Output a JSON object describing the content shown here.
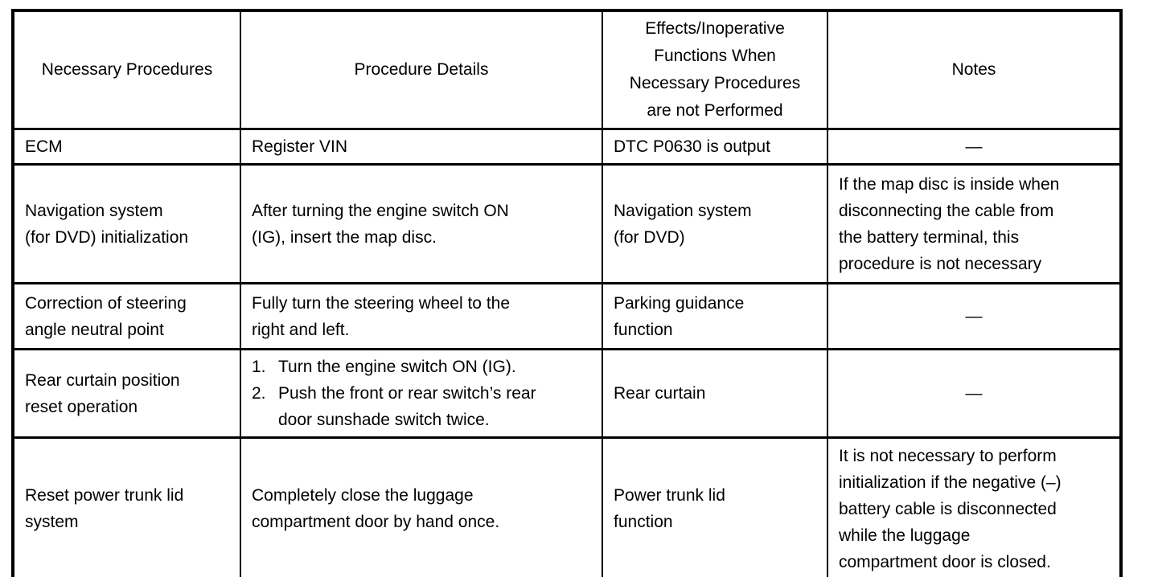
{
  "document": {
    "background_color": "#ffffff",
    "border_color": "#000000",
    "text_color": "#000000"
  },
  "table": {
    "headers": {
      "necessary_procedures": [
        "Necessary Procedures"
      ],
      "procedure_details": [
        "Procedure Details"
      ],
      "effects": [
        "Effects/Inoperative",
        "Functions When",
        "Necessary Procedures",
        "are not Performed"
      ],
      "notes": [
        "Notes"
      ]
    },
    "rows": [
      {
        "procedure": [
          "ECM"
        ],
        "details": [
          "Register VIN"
        ],
        "effects": [
          "DTC P0630 is output"
        ],
        "notes": [
          "—"
        ]
      },
      {
        "procedure": [
          "Navigation system",
          "(for DVD) initialization"
        ],
        "details": [
          "After turning the engine switch ON",
          "(IG), insert the map disc."
        ],
        "effects": [
          "Navigation system",
          "(for DVD)"
        ],
        "notes": [
          "If the map disc is inside when",
          "disconnecting the cable from",
          "the battery terminal, this",
          "procedure is not necessary"
        ]
      },
      {
        "procedure": [
          "Correction of steering",
          "angle neutral point"
        ],
        "details": [
          "Fully turn the steering wheel to the",
          "right and left."
        ],
        "effects": [
          "Parking guidance",
          "function"
        ],
        "notes": [
          "—"
        ]
      },
      {
        "procedure": [
          "Rear curtain position",
          "reset operation"
        ],
        "steps": [
          {
            "num": "1.",
            "lines": [
              "Turn the engine switch ON (IG)."
            ]
          },
          {
            "num": "2.",
            "lines": [
              "Push the front or rear switch’s rear",
              "door sunshade switch twice."
            ]
          }
        ],
        "effects": [
          "Rear curtain"
        ],
        "notes": [
          "—"
        ]
      },
      {
        "procedure": [
          "Reset power trunk lid",
          "system"
        ],
        "details": [
          "Completely close the luggage",
          "compartment door by hand once."
        ],
        "effects": [
          "Power trunk lid",
          "function"
        ],
        "notes": [
          "It is not necessary to perform",
          "initialization if the negative (–)",
          "battery cable is disconnected",
          "while the luggage",
          "compartment door is closed."
        ]
      }
    ]
  }
}
